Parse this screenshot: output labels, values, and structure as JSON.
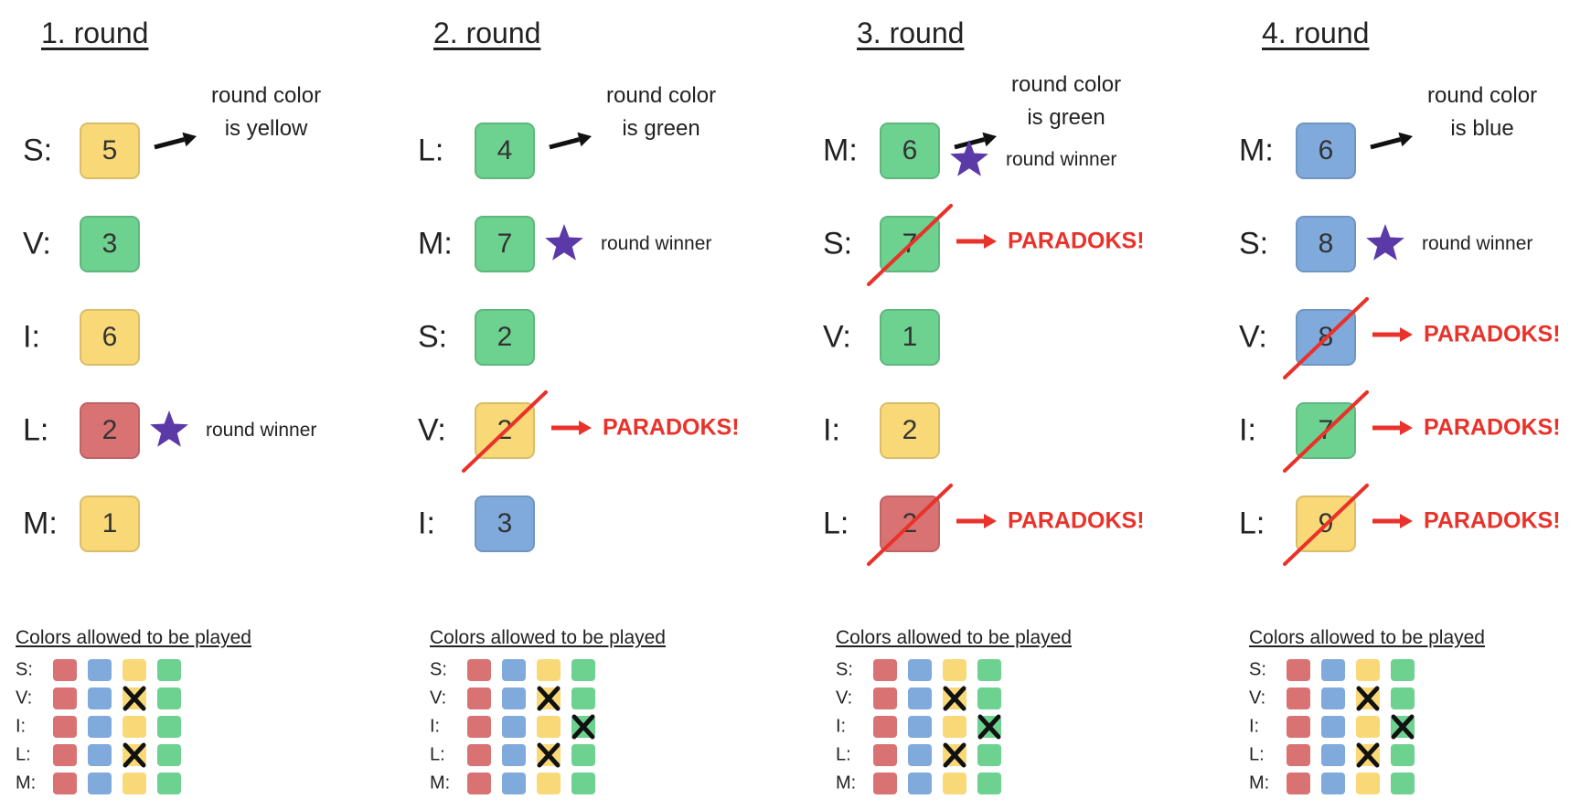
{
  "colors": {
    "yellow": "#f9d878",
    "green": "#6dd18f",
    "blue": "#80aadc",
    "red": "#d97272",
    "paradoks": "#e8322a",
    "star": "#5b3aa8"
  },
  "grid_title": "Colors allowed to be played",
  "grid_colors": [
    "red",
    "blue",
    "yellow",
    "green"
  ],
  "rounds": [
    {
      "title": "1. round",
      "color_note": [
        "round color",
        "is yellow"
      ],
      "rows": [
        {
          "player": "S:",
          "value": "5",
          "color": "yellow",
          "crossed": false,
          "notes": [
            "color"
          ]
        },
        {
          "player": "V:",
          "value": "3",
          "color": "green",
          "crossed": false,
          "notes": []
        },
        {
          "player": "I:",
          "value": "6",
          "color": "yellow",
          "crossed": false,
          "notes": []
        },
        {
          "player": "L:",
          "value": "2",
          "color": "red",
          "crossed": false,
          "notes": [
            "winner"
          ]
        },
        {
          "player": "M:",
          "value": "1",
          "color": "yellow",
          "crossed": false,
          "notes": []
        }
      ],
      "grid": [
        {
          "player": "S:",
          "x": []
        },
        {
          "player": "V:",
          "x": [
            "yellow"
          ]
        },
        {
          "player": "I:",
          "x": []
        },
        {
          "player": "L:",
          "x": [
            "yellow"
          ]
        },
        {
          "player": "M:",
          "x": []
        }
      ]
    },
    {
      "title": "2. round",
      "color_note": [
        "round color",
        "is green"
      ],
      "rows": [
        {
          "player": "L:",
          "value": "4",
          "color": "green",
          "crossed": false,
          "notes": [
            "color"
          ]
        },
        {
          "player": "M:",
          "value": "7",
          "color": "green",
          "crossed": false,
          "notes": [
            "winner"
          ]
        },
        {
          "player": "S:",
          "value": "2",
          "color": "green",
          "crossed": false,
          "notes": []
        },
        {
          "player": "V:",
          "value": "2",
          "color": "yellow",
          "crossed": true,
          "notes": [
            "paradoks"
          ]
        },
        {
          "player": "I:",
          "value": "3",
          "color": "blue",
          "crossed": false,
          "notes": []
        }
      ],
      "grid": [
        {
          "player": "S:",
          "x": []
        },
        {
          "player": "V:",
          "x": [
            "yellow"
          ]
        },
        {
          "player": "I:",
          "x": [
            "green"
          ]
        },
        {
          "player": "L:",
          "x": [
            "yellow"
          ]
        },
        {
          "player": "M:",
          "x": []
        }
      ]
    },
    {
      "title": "3. round",
      "color_note": [
        "round color",
        "is green"
      ],
      "rows": [
        {
          "player": "M:",
          "value": "6",
          "color": "green",
          "crossed": false,
          "notes": [
            "color",
            "winner"
          ]
        },
        {
          "player": "S:",
          "value": "7",
          "color": "green",
          "crossed": true,
          "notes": [
            "paradoks"
          ]
        },
        {
          "player": "V:",
          "value": "1",
          "color": "green",
          "crossed": false,
          "notes": []
        },
        {
          "player": "I:",
          "value": "2",
          "color": "yellow",
          "crossed": false,
          "notes": []
        },
        {
          "player": "L:",
          "value": "2",
          "color": "red",
          "crossed": true,
          "notes": [
            "paradoks"
          ]
        }
      ],
      "grid": [
        {
          "player": "S:",
          "x": []
        },
        {
          "player": "V:",
          "x": [
            "yellow"
          ]
        },
        {
          "player": "I:",
          "x": [
            "green"
          ]
        },
        {
          "player": "L:",
          "x": [
            "yellow"
          ]
        },
        {
          "player": "M:",
          "x": []
        }
      ]
    },
    {
      "title": "4. round",
      "color_note": [
        "round color",
        "is blue"
      ],
      "rows": [
        {
          "player": "M:",
          "value": "6",
          "color": "blue",
          "crossed": false,
          "notes": [
            "color"
          ]
        },
        {
          "player": "S:",
          "value": "8",
          "color": "blue",
          "crossed": false,
          "notes": [
            "winner"
          ]
        },
        {
          "player": "V:",
          "value": "8",
          "color": "blue",
          "crossed": true,
          "notes": [
            "paradoks"
          ]
        },
        {
          "player": "I:",
          "value": "7",
          "color": "green",
          "crossed": true,
          "notes": [
            "paradoks"
          ]
        },
        {
          "player": "L:",
          "value": "9",
          "color": "yellow",
          "crossed": true,
          "notes": [
            "paradoks"
          ]
        }
      ],
      "grid": [
        {
          "player": "S:",
          "x": []
        },
        {
          "player": "V:",
          "x": [
            "yellow"
          ]
        },
        {
          "player": "I:",
          "x": [
            "green"
          ]
        },
        {
          "player": "L:",
          "x": [
            "yellow"
          ]
        },
        {
          "player": "M:",
          "x": []
        }
      ]
    }
  ],
  "labels": {
    "winner": "round winner",
    "paradoks": "PARADOKS!"
  }
}
